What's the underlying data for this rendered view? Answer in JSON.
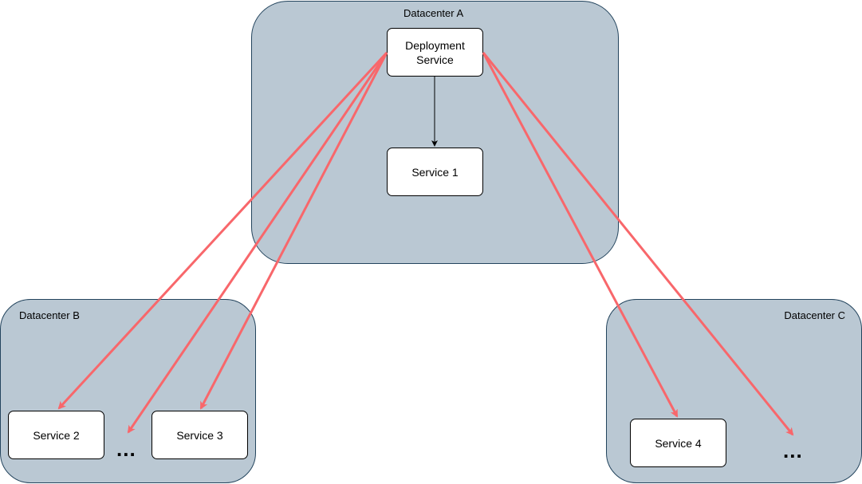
{
  "datacenters": {
    "a": {
      "label": "Datacenter A"
    },
    "b": {
      "label": "Datacenter B"
    },
    "c": {
      "label": "Datacenter C"
    }
  },
  "services": {
    "deployment": {
      "line1": "Deployment",
      "line2": "Service"
    },
    "s1": {
      "label": "Service 1"
    },
    "s2": {
      "label": "Service 2"
    },
    "s3": {
      "label": "Service 3"
    },
    "s4": {
      "label": "Service 4"
    }
  },
  "ellipsis": {
    "b": "...",
    "c": "..."
  },
  "colors": {
    "container_fill": "#bac8d3",
    "container_stroke": "#23445d",
    "remote_arrow": "#f8676b",
    "local_arrow": "#000000"
  }
}
